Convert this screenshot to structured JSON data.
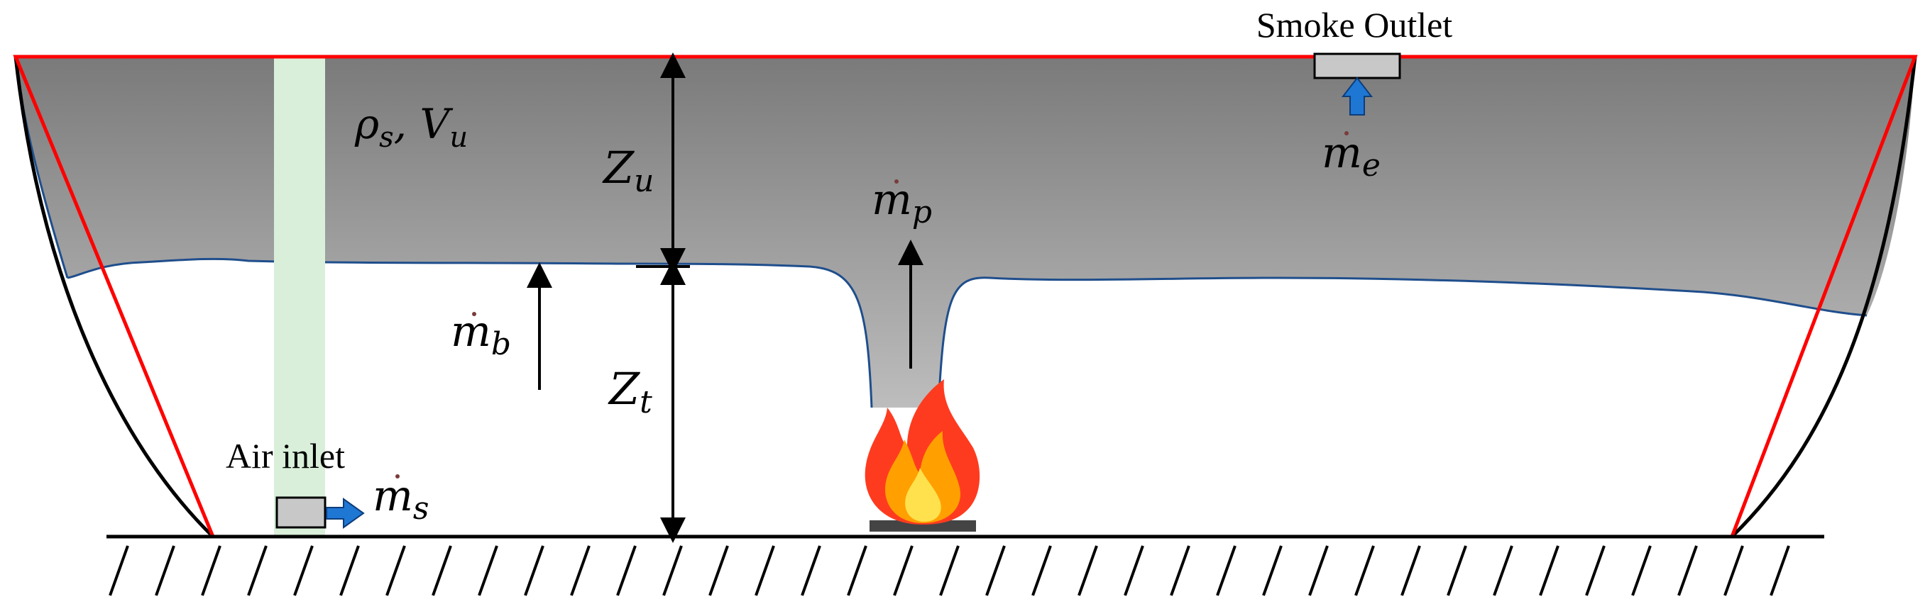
{
  "diagram": {
    "labels": {
      "smoke_outlet": "Smoke Outlet",
      "air_inlet": "Air inlet"
    },
    "symbols": {
      "upper_layer": {
        "base": "ρ",
        "sub": "s",
        "sep": ", ",
        "base2": "V",
        "sub2": "u"
      },
      "zu": {
        "base": "Z",
        "sub": "u"
      },
      "zt": {
        "base": "Z",
        "sub": "t"
      },
      "mb": {
        "base": "m",
        "sub": "b"
      },
      "mp": {
        "base": "m",
        "sub": "p"
      },
      "me": {
        "base": "m",
        "sub": "e"
      },
      "ms": {
        "base": "m",
        "sub": "s"
      }
    },
    "colors": {
      "smoke_top": "#7a7a7a",
      "smoke_bottom": "#bdbdbd",
      "interface_line": "#1f4e8c",
      "room_outline": "#ff0000",
      "flow_arrow": "#1f77d4",
      "inlet_column": "#d9efd9",
      "fire_outer": "#ff3b1f",
      "fire_mid": "#ffa000",
      "fire_inner": "#ffe14d"
    }
  }
}
